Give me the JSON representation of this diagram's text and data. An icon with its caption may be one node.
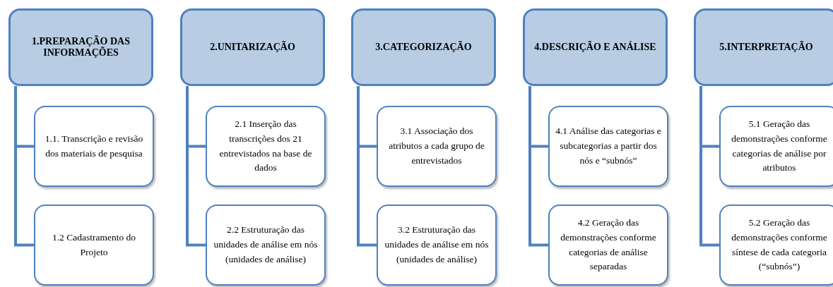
{
  "diagram": {
    "nodes": [
      {
        "text": [
          "1.PREPARAÇÃO DAS INFORMAÇÕES"
        ]
      },
      {
        "text": [
          "1.1. Transcrição e revisão dos materiais de pesquisa"
        ]
      },
      {
        "text": [
          "1.2 Cadastramento do Projeto"
        ]
      },
      {
        "text": [
          "2.UNITARIZAÇÃO"
        ]
      },
      {
        "text": [
          "2.1 Inserção das transcrições dos 21 entrevistados na base de dados"
        ]
      },
      {
        "text": [
          "2.2 Estruturação das unidades de análise em nós (unidades de análise)"
        ]
      },
      {
        "text": [
          "3.CATEGORIZAÇÃO"
        ]
      },
      {
        "text": [
          "3.1 Associação dos atributos a cada grupo de entrevistados"
        ]
      },
      {
        "text": [
          "3.2 Estruturação das unidades de análise em nós (unidades de análise)"
        ]
      },
      {
        "text": [
          "4.DESCRIÇÃO E ANÁLISE"
        ]
      },
      {
        "text": [
          "4.1 Análise das categorias e subcategorias a partir dos nós e “subnós”"
        ]
      },
      {
        "text": [
          "4.2 Geração das demonstrações conforme categorias de análise separadas"
        ]
      },
      {
        "text": [
          "5.INTERPRETAÇÃO"
        ]
      },
      {
        "text": [
          "5.1 Geração das demonstrações conforme categorias de análise por atributos"
        ]
      },
      {
        "text": [
          "5.2 Geração das demonstrações conforme síntese de cada categoria (“subnós”)"
        ]
      }
    ],
    "edges": [
      {
        "from": 0,
        "to": 1,
        "arrow": "none"
      },
      {
        "from": 0,
        "to": 2,
        "arrow": "none"
      },
      {
        "from": 3,
        "to": 4,
        "arrow": "none"
      },
      {
        "from": 3,
        "to": 5,
        "arrow": "none"
      },
      {
        "from": 6,
        "to": 7,
        "arrow": "none"
      },
      {
        "from": 6,
        "to": 8,
        "arrow": "none"
      },
      {
        "from": 9,
        "to": 10,
        "arrow": "none"
      },
      {
        "from": 9,
        "to": 11,
        "arrow": "none"
      },
      {
        "from": 12,
        "to": 13,
        "arrow": "none"
      },
      {
        "from": 12,
        "to": 14,
        "arrow": "none"
      }
    ]
  }
}
